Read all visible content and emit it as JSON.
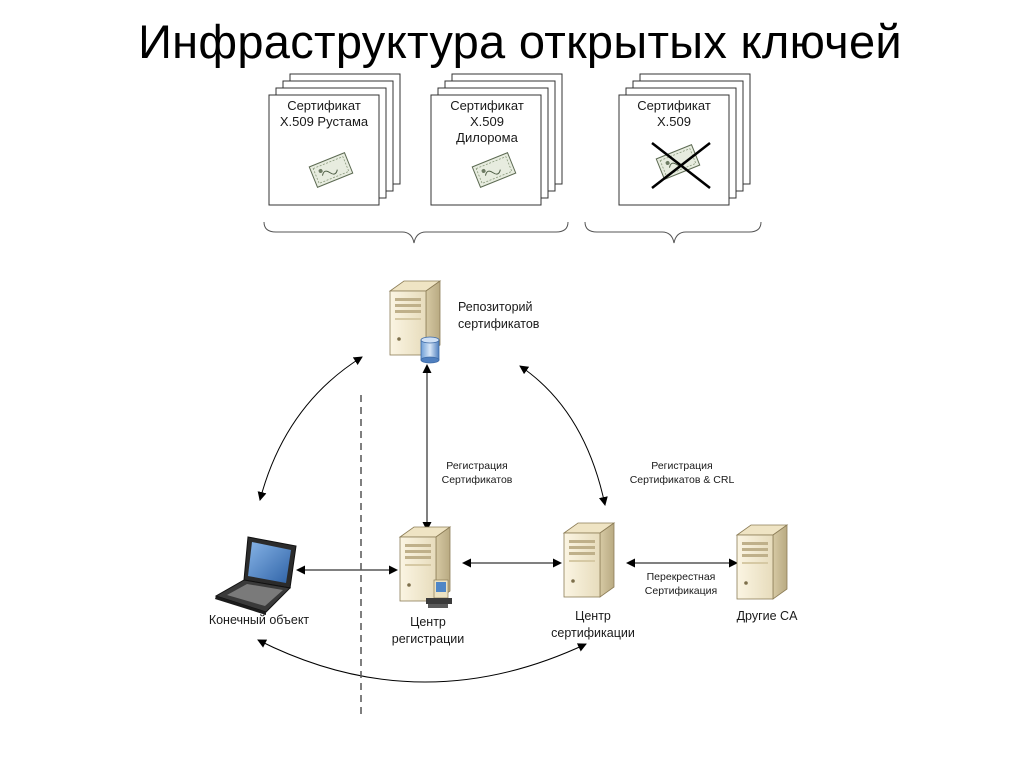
{
  "title": "Инфраструктура открытых ключей",
  "certificates": [
    {
      "line1": "Сертификат",
      "line2": "X.509 Рустама",
      "line3": ""
    },
    {
      "line1": "Сертификат",
      "line2": "X.509",
      "line3": "Дилорома"
    },
    {
      "line1": "Сертификат",
      "line2": "X.509",
      "line3": ""
    }
  ],
  "nodes": {
    "repository": {
      "line1": "Репозиторий",
      "line2": "сертификатов"
    },
    "end_entity": {
      "line1": "Конечный объект"
    },
    "ra": {
      "line1": "Центр",
      "line2": "регистрации"
    },
    "ca": {
      "line1": "Центр",
      "line2": "сертификации"
    },
    "other_ca": {
      "line1": "Другие CA"
    }
  },
  "edges": {
    "ra_repo": {
      "line1": "Регистрация",
      "line2": "Сертификатов"
    },
    "ca_repo": {
      "line1": "Регистрация",
      "line2": "Сертификатов & CRL"
    },
    "cross": {
      "line1": "Перекрестная",
      "line2": "Сертификация"
    }
  },
  "colors": {
    "server_front": "#f3ead1",
    "server_side": "#cfc19a",
    "laptop_screen": "#4f86c6"
  }
}
